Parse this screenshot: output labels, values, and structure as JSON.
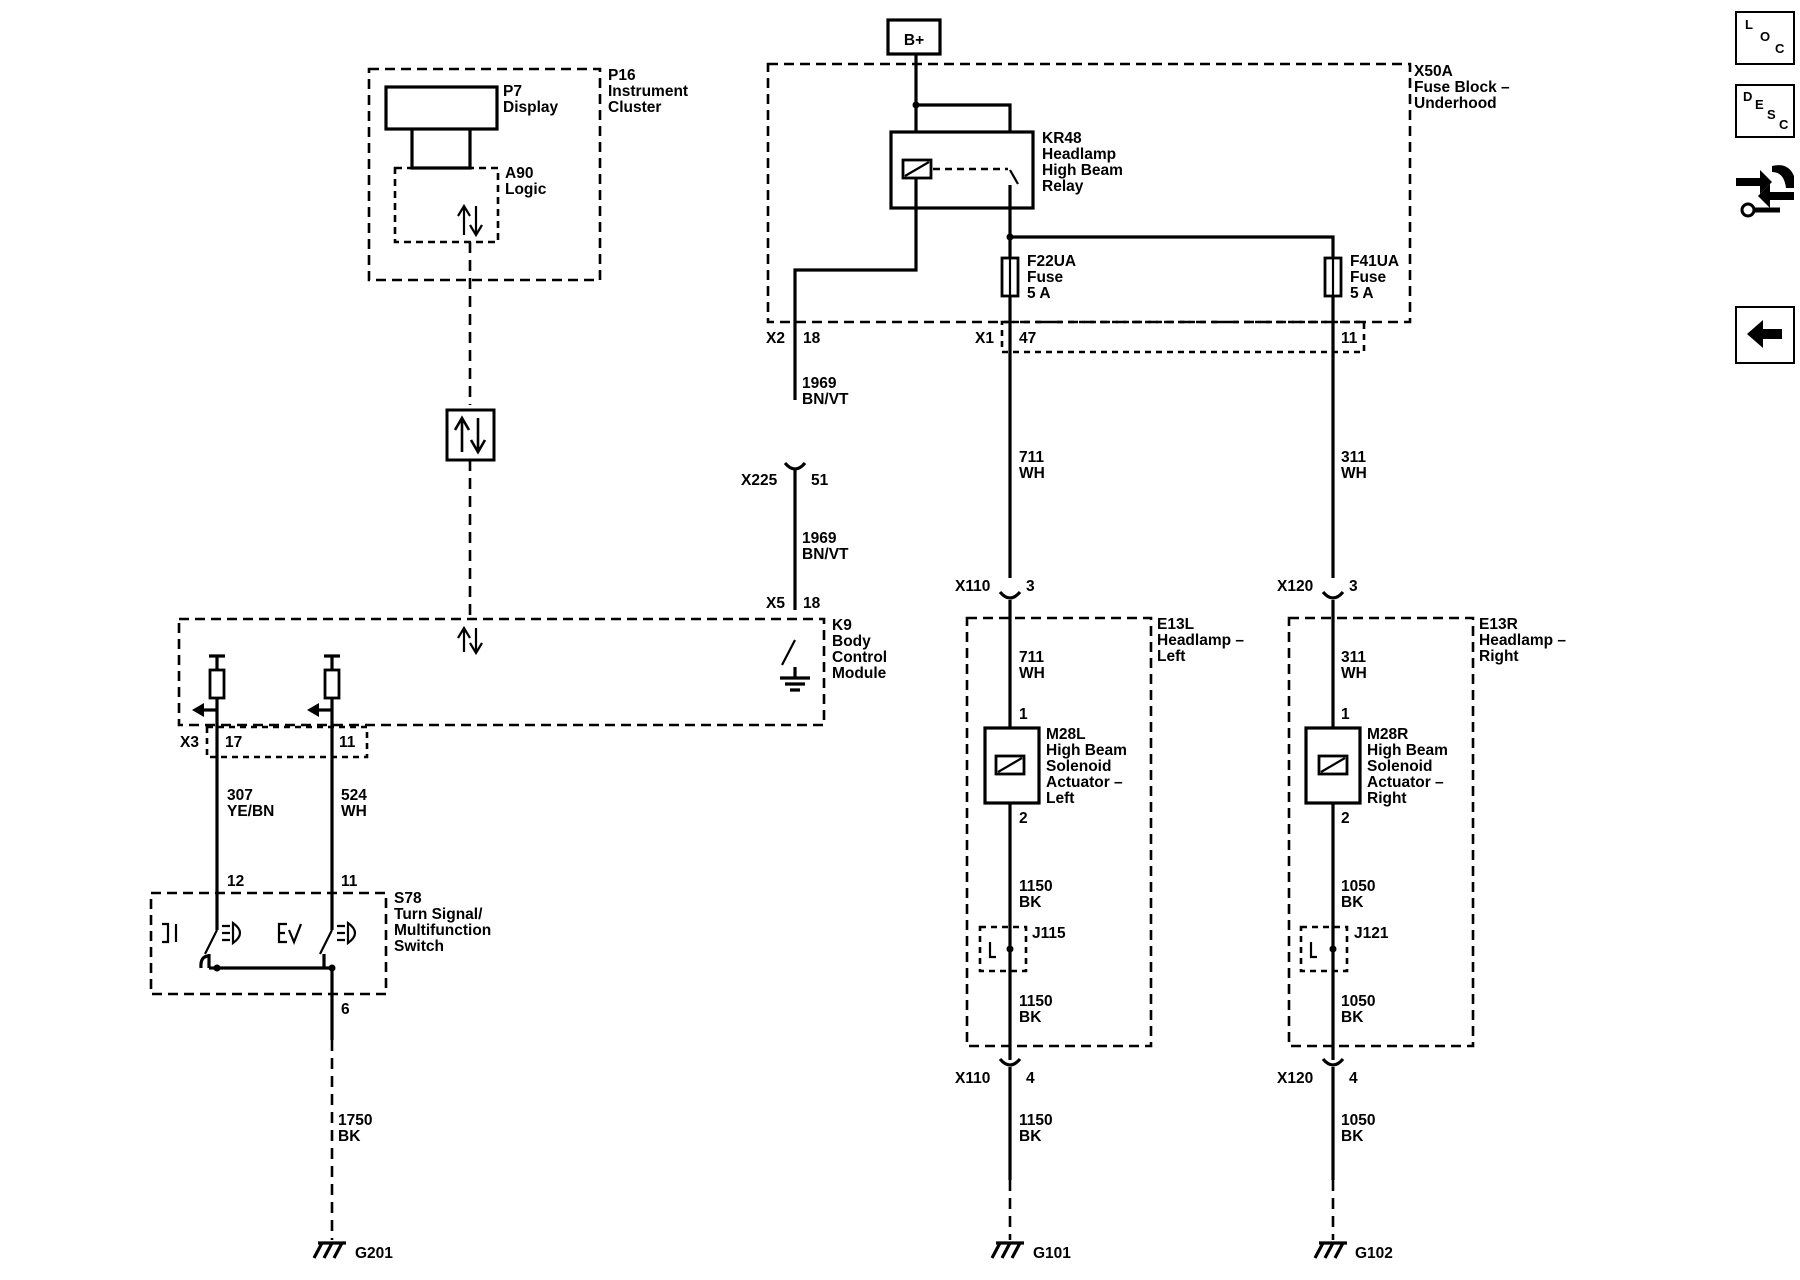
{
  "sidebar": {
    "loc": {
      "l": "L",
      "o": "O",
      "c": "C"
    },
    "desc": {
      "d": "D",
      "e": "E",
      "s": "S",
      "c": "C"
    }
  },
  "power": {
    "label": "B+"
  },
  "fuse_block": {
    "id": "X50A",
    "name_line1": "Fuse Block –",
    "name_line2": "Underhood"
  },
  "relay": {
    "id": "KR48",
    "line1": "Headlamp",
    "line2": "High Beam",
    "line3": "Relay"
  },
  "fuse_left": {
    "id": "F22UA",
    "line1": "Fuse",
    "line2": "5 A"
  },
  "fuse_right": {
    "id": "F41UA",
    "line1": "Fuse",
    "line2": "5 A"
  },
  "connectors": {
    "x2": "X2",
    "x2_pin": "18",
    "x1": "X1",
    "x1_pin_a": "47",
    "x1_pin_b": "11",
    "x225": "X225",
    "x225_pin": "51",
    "x5": "X5",
    "x5_pin": "18",
    "x3": "X3",
    "x3_pin_a": "17",
    "x3_pin_b": "11",
    "x110_top": "X110",
    "x110_top_pin": "3",
    "x120_top": "X120",
    "x120_top_pin": "3",
    "x110_bot": "X110",
    "x110_bot_pin": "4",
    "x120_bot": "X120",
    "x120_bot_pin": "4"
  },
  "wires": {
    "w1969_a_num": "1969",
    "w1969_a_col": "BN/VT",
    "w1969_b_num": "1969",
    "w1969_b_col": "BN/VT",
    "w711_a_num": "711",
    "w711_a_col": "WH",
    "w711_b_num": "711",
    "w711_b_col": "WH",
    "w311_a_num": "311",
    "w311_a_col": "WH",
    "w311_b_num": "311",
    "w311_b_col": "WH",
    "w307_num": "307",
    "w307_col": "YE/BN",
    "w524_num": "524",
    "w524_col": "WH",
    "w1750_num": "1750",
    "w1750_col": "BK",
    "w1150_a_num": "1150",
    "w1150_a_col": "BK",
    "w1150_b_num": "1150",
    "w1150_b_col": "BK",
    "w1150_c_num": "1150",
    "w1150_c_col": "BK",
    "w1050_a_num": "1050",
    "w1050_a_col": "BK",
    "w1050_b_num": "1050",
    "w1050_b_col": "BK",
    "w1050_c_num": "1050",
    "w1050_c_col": "BK"
  },
  "cluster": {
    "id": "P16",
    "line1": "Instrument",
    "line2": "Cluster",
    "display_id": "P7",
    "display_name": "Display",
    "logic_id": "A90",
    "logic_name": "Logic"
  },
  "bcm": {
    "id": "K9",
    "line1": "Body",
    "line2": "Control",
    "line3": "Module"
  },
  "switch": {
    "id": "S78",
    "line1": "Turn Signal/",
    "line2": "Multifunction",
    "line3": "Switch",
    "pin_12": "12",
    "pin_11": "11",
    "pin_6": "6"
  },
  "headlamp_left": {
    "id": "E13L",
    "line1": "Headlamp –",
    "line2": "Left"
  },
  "headlamp_right": {
    "id": "E13R",
    "line1": "Headlamp –",
    "line2": "Right"
  },
  "actuator_left": {
    "id": "M28L",
    "line1": "High Beam",
    "line2": "Solenoid",
    "line3": "Actuator –",
    "line4": "Left",
    "pin1": "1",
    "pin2": "2"
  },
  "actuator_right": {
    "id": "M28R",
    "line1": "High Beam",
    "line2": "Solenoid",
    "line3": "Actuator –",
    "line4": "Right",
    "pin1": "1",
    "pin2": "2"
  },
  "splices": {
    "left": "J115",
    "right": "J121"
  },
  "grounds": {
    "g201": "G201",
    "g101": "G101",
    "g102": "G102"
  }
}
